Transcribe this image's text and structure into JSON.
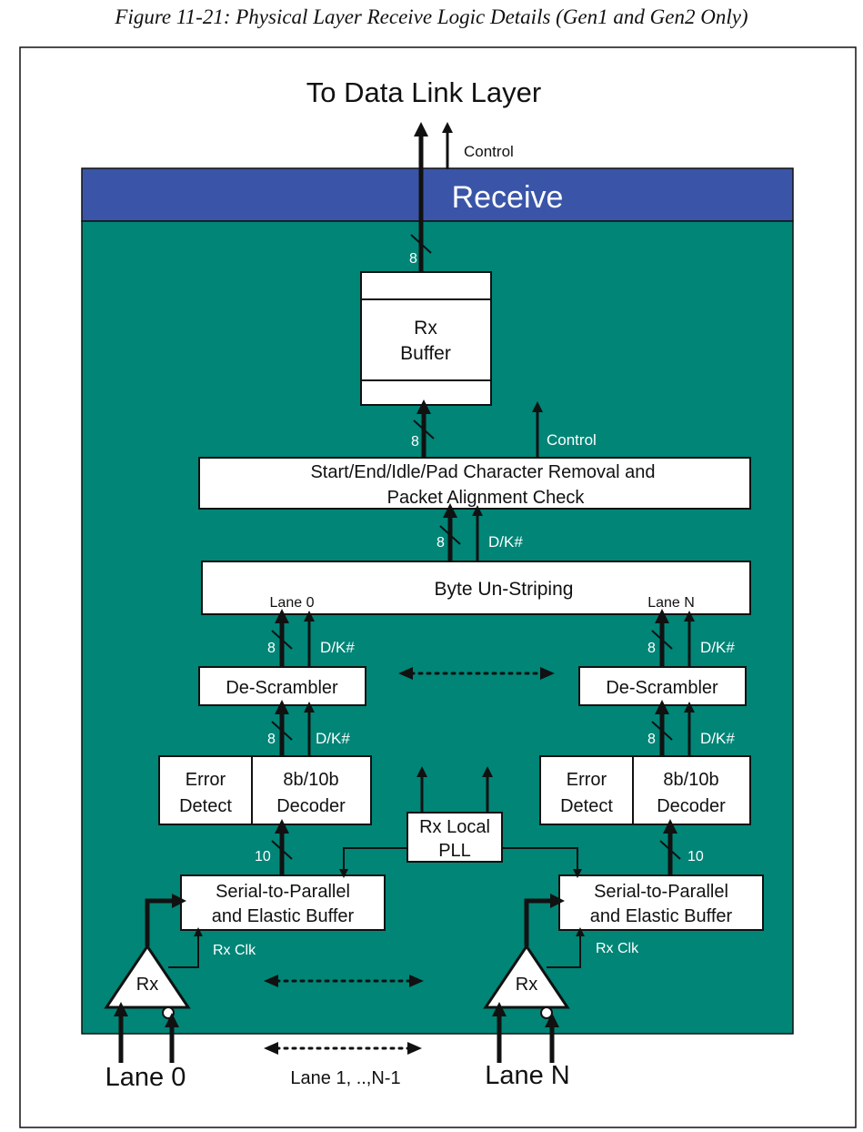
{
  "figure": {
    "caption": "Figure 11-21: Physical Layer Receive Logic Details (Gen1 and Gen2 Only)"
  },
  "top": {
    "title": "To Data Link Layer",
    "control": "Control"
  },
  "receive": {
    "header": "Receive",
    "header_color": "#3a55a8",
    "body_color": "#008577"
  },
  "rx_buffer": {
    "line1": "Rx",
    "line2": "Buffer",
    "width_label": "8"
  },
  "char_removal": {
    "line1": "Start/End/Idle/Pad Character Removal and",
    "line2": "Packet Alignment Check",
    "width_label": "8",
    "control": "Control"
  },
  "unstriping": {
    "label": "Byte Un-Striping",
    "width_label": "8",
    "dk": "D/K#",
    "lane0": "Lane 0",
    "laneN": "Lane N"
  },
  "lane_left": {
    "descrambler": "De-Scrambler",
    "bus_upper": "8",
    "dk_upper": "D/K#",
    "bus_lower": "8",
    "dk_lower": "D/K#",
    "error1": "Error",
    "error2": "Detect",
    "decoder1": "8b/10b",
    "decoder2": "Decoder",
    "bus10": "10",
    "s2p1": "Serial-to-Parallel",
    "s2p2": "and Elastic Buffer",
    "rxclk": "Rx Clk",
    "rx": "Rx",
    "lane": "Lane 0"
  },
  "lane_right": {
    "descrambler": "De-Scrambler",
    "bus_upper": "8",
    "dk_upper": "D/K#",
    "bus_lower": "8",
    "dk_lower": "D/K#",
    "error1": "Error",
    "error2": "Detect",
    "decoder1": "8b/10b",
    "decoder2": "Decoder",
    "bus10": "10",
    "s2p1": "Serial-to-Parallel",
    "s2p2": "and Elastic Buffer",
    "rxclk": "Rx Clk",
    "rx": "Rx",
    "lane": "Lane N"
  },
  "pll": {
    "line1": "Rx Local",
    "line2": "PLL"
  },
  "middle_lanes": "Lane 1, ..,N-1"
}
